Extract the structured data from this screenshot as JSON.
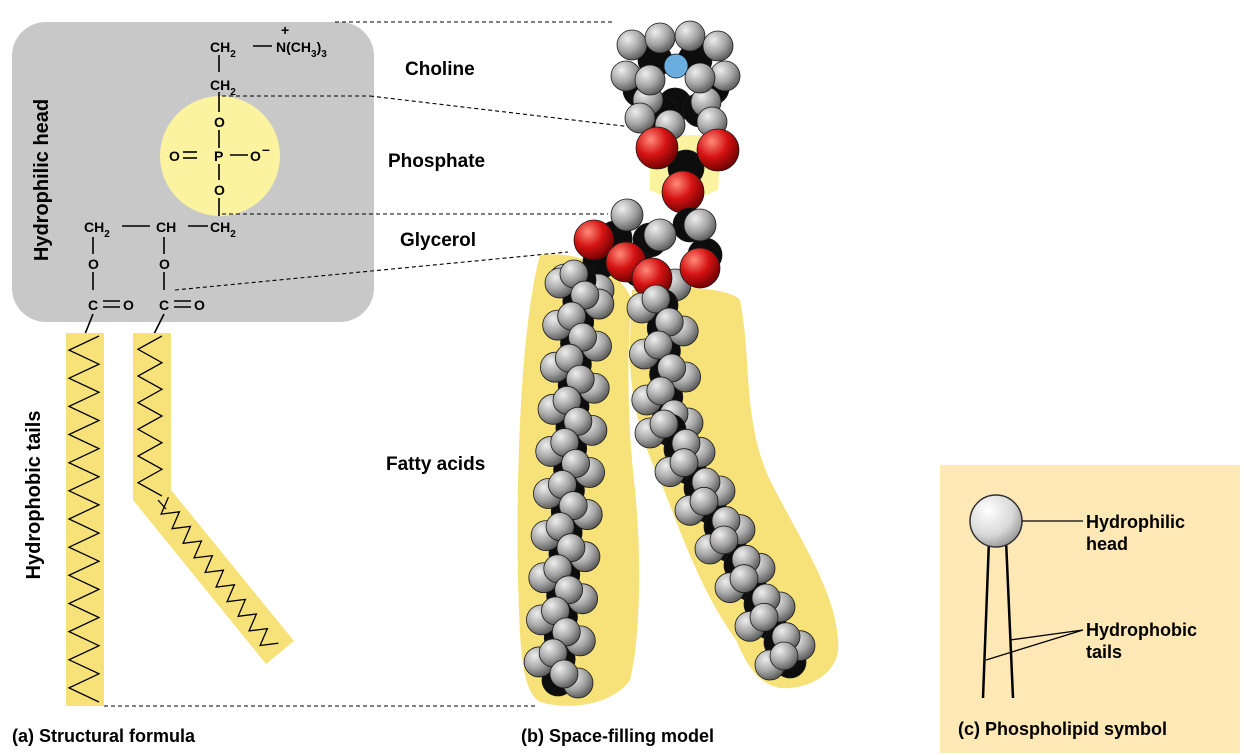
{
  "structural": {
    "head_label": "Hydrophilic head",
    "tails_label": "Hydrophobic tails",
    "caption": "(a) Structural formula",
    "atoms": {
      "ch2_top": "CH",
      "ch2_top_sub": "2",
      "n_group": "N(CH",
      "n_group_sub": "3",
      "n_group_end": ")",
      "n_group_sub2": "3",
      "n_charge": "+",
      "ch2_mid": "CH",
      "ch2_mid_sub": "2",
      "o1": "O",
      "p_left_o": "O",
      "p": "P",
      "p_right_o": "O",
      "p_charge": "–",
      "o2": "O",
      "gly_left": "CH",
      "gly_left_sub": "2",
      "gly_mid": "CH",
      "gly_right": "CH",
      "gly_right_sub": "2",
      "o_left": "O",
      "o_mid": "O",
      "c_left": "C",
      "o_left_dbl": "O",
      "c_right": "C",
      "o_right_dbl": "O"
    }
  },
  "space_filling": {
    "caption": "(b) Space-filling model",
    "labels": {
      "choline": "Choline",
      "phosphate": "Phosphate",
      "glycerol": "Glycerol",
      "fatty_acids": "Fatty acids"
    }
  },
  "symbol": {
    "caption": "(c) Phospholipid symbol",
    "head_line1": "Hydrophilic",
    "head_line2": "head",
    "tails_line1": "Hydrophobic",
    "tails_line2": "tails"
  },
  "colors": {
    "head_box": "#c8c8c8",
    "tail_yellow": "#f7e27a",
    "phosphate_yellow": "#fbf3a0",
    "symbol_bg": "#fde8b6",
    "oxygen_red": "#d01010",
    "hydrogen_gray": "#a8a8a8",
    "carbon_black": "#0d0d0d",
    "nitrogen_blue": "#6aaee0"
  }
}
